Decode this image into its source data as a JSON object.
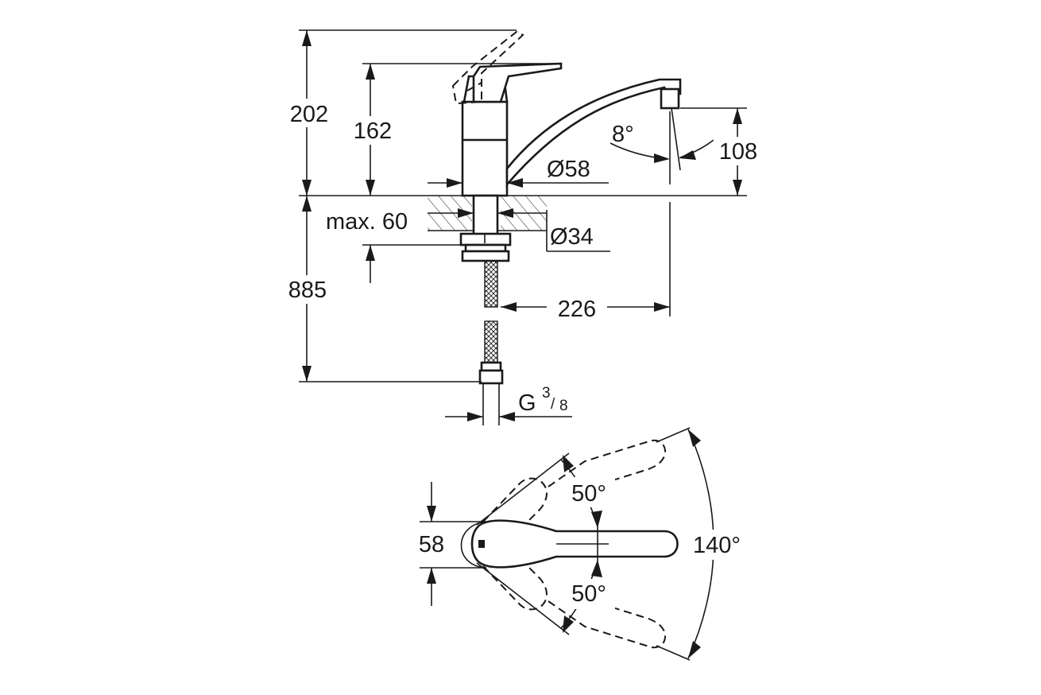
{
  "side_view": {
    "height_lever_open": "202",
    "height_lever_closed": "162",
    "body_diameter": "Ø58",
    "spout_angle": "8°",
    "spout_height": "108",
    "max_thickness": "max. 60",
    "shank_diameter": "Ø34",
    "hose_length": "885",
    "spout_reach": "226",
    "connection_letter": "G",
    "connection_num": "3",
    "connection_den": "8"
  },
  "top_view": {
    "body_width": "58",
    "lever_angle_up": "50°",
    "lever_angle_down": "50°",
    "lever_total_angle": "140°"
  }
}
